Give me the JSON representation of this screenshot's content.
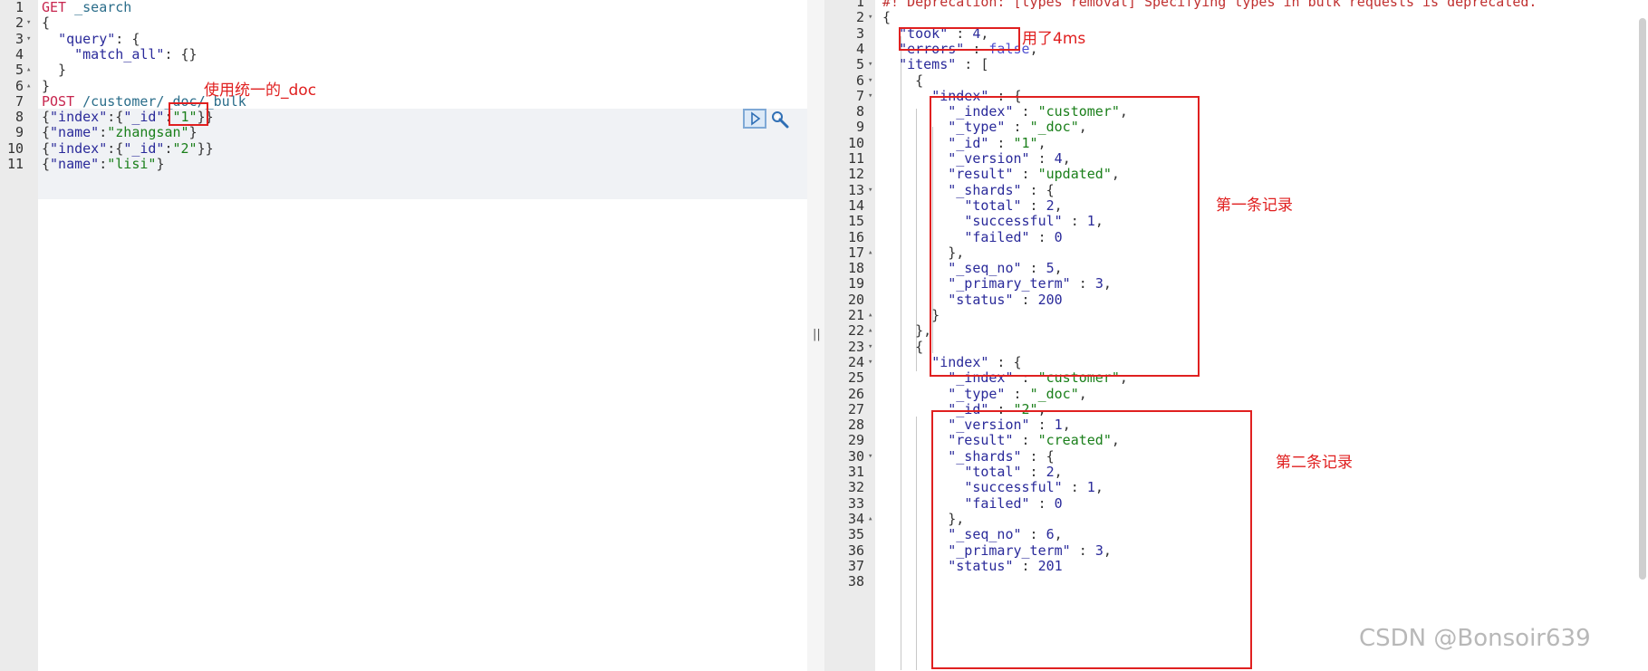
{
  "left": {
    "lines": [
      {
        "n": "1",
        "fold": "",
        "tokens": [
          {
            "c": "t-method",
            "t": "GET "
          },
          {
            "c": "t-url",
            "t": "_search"
          }
        ]
      },
      {
        "n": "2",
        "fold": "▾",
        "tokens": [
          {
            "c": "t-punc",
            "t": "{"
          }
        ]
      },
      {
        "n": "3",
        "fold": "▾",
        "tokens": [
          {
            "c": "t-punc",
            "t": "  "
          },
          {
            "c": "t-key",
            "t": "\"query\""
          },
          {
            "c": "t-punc",
            "t": ": {"
          }
        ]
      },
      {
        "n": "4",
        "fold": "",
        "tokens": [
          {
            "c": "t-punc",
            "t": "    "
          },
          {
            "c": "t-key",
            "t": "\"match_all\""
          },
          {
            "c": "t-punc",
            "t": ": {}"
          }
        ]
      },
      {
        "n": "5",
        "fold": "▴",
        "tokens": [
          {
            "c": "t-punc",
            "t": "  }"
          }
        ]
      },
      {
        "n": "6",
        "fold": "▴",
        "tokens": [
          {
            "c": "t-punc",
            "t": "}"
          }
        ]
      },
      {
        "n": "7",
        "fold": "",
        "active": true,
        "tokens": [
          {
            "c": "t-method",
            "t": "POST "
          },
          {
            "c": "t-url",
            "t": "/customer/_doc/_bulk"
          }
        ]
      },
      {
        "n": "8",
        "fold": "",
        "active": true,
        "tokens": [
          {
            "c": "t-punc",
            "t": "{"
          },
          {
            "c": "t-key",
            "t": "\"index\""
          },
          {
            "c": "t-punc",
            "t": ":{"
          },
          {
            "c": "t-key",
            "t": "\"_id\""
          },
          {
            "c": "t-punc",
            "t": ":"
          },
          {
            "c": "t-str",
            "t": "\"1\""
          },
          {
            "c": "t-punc",
            "t": "}}"
          }
        ]
      },
      {
        "n": "9",
        "fold": "",
        "active": true,
        "tokens": [
          {
            "c": "t-punc",
            "t": "{"
          },
          {
            "c": "t-key",
            "t": "\"name\""
          },
          {
            "c": "t-punc",
            "t": ":"
          },
          {
            "c": "t-str",
            "t": "\"zhangsan\""
          },
          {
            "c": "t-punc",
            "t": "}"
          }
        ]
      },
      {
        "n": "10",
        "fold": "",
        "active": true,
        "tokens": [
          {
            "c": "t-punc",
            "t": "{"
          },
          {
            "c": "t-key",
            "t": "\"index\""
          },
          {
            "c": "t-punc",
            "t": ":{"
          },
          {
            "c": "t-key",
            "t": "\"_id\""
          },
          {
            "c": "t-punc",
            "t": ":"
          },
          {
            "c": "t-str",
            "t": "\"2\""
          },
          {
            "c": "t-punc",
            "t": "}}"
          }
        ]
      },
      {
        "n": "11",
        "fold": "",
        "active": true,
        "tokens": [
          {
            "c": "t-punc",
            "t": "{"
          },
          {
            "c": "t-key",
            "t": "\"name\""
          },
          {
            "c": "t-punc",
            "t": ":"
          },
          {
            "c": "t-str",
            "t": "\"lisi\""
          },
          {
            "c": "t-punc",
            "t": "}"
          }
        ]
      }
    ]
  },
  "right": {
    "lines": [
      {
        "n": "1",
        "fold": "",
        "tokens": [
          {
            "c": "t-warn",
            "t": "#! Deprecation: [types removal] Specifying types in bulk requests is deprecated."
          }
        ]
      },
      {
        "n": "2",
        "fold": "▾",
        "tokens": [
          {
            "c": "t-punc",
            "t": "{"
          }
        ]
      },
      {
        "n": "3",
        "fold": "",
        "tokens": [
          {
            "c": "t-punc",
            "t": "  "
          },
          {
            "c": "t-key",
            "t": "\"took\""
          },
          {
            "c": "t-punc",
            "t": " : "
          },
          {
            "c": "t-num",
            "t": "4"
          },
          {
            "c": "t-punc",
            "t": ","
          }
        ]
      },
      {
        "n": "4",
        "fold": "",
        "tokens": [
          {
            "c": "t-punc",
            "t": "  "
          },
          {
            "c": "t-key",
            "t": "\"errors\""
          },
          {
            "c": "t-punc",
            "t": " : "
          },
          {
            "c": "t-bool",
            "t": "false"
          },
          {
            "c": "t-punc",
            "t": ","
          }
        ]
      },
      {
        "n": "5",
        "fold": "▾",
        "tokens": [
          {
            "c": "t-punc",
            "t": "  "
          },
          {
            "c": "t-key",
            "t": "\"items\""
          },
          {
            "c": "t-punc",
            "t": " : ["
          }
        ]
      },
      {
        "n": "6",
        "fold": "▾",
        "tokens": [
          {
            "c": "t-punc",
            "t": "    {"
          }
        ]
      },
      {
        "n": "7",
        "fold": "▾",
        "tokens": [
          {
            "c": "t-punc",
            "t": "      "
          },
          {
            "c": "t-key",
            "t": "\"index\""
          },
          {
            "c": "t-punc",
            "t": " : {"
          }
        ]
      },
      {
        "n": "8",
        "fold": "",
        "tokens": [
          {
            "c": "t-punc",
            "t": "        "
          },
          {
            "c": "t-key",
            "t": "\"_index\""
          },
          {
            "c": "t-punc",
            "t": " : "
          },
          {
            "c": "t-str",
            "t": "\"customer\""
          },
          {
            "c": "t-punc",
            "t": ","
          }
        ]
      },
      {
        "n": "9",
        "fold": "",
        "tokens": [
          {
            "c": "t-punc",
            "t": "        "
          },
          {
            "c": "t-key",
            "t": "\"_type\""
          },
          {
            "c": "t-punc",
            "t": " : "
          },
          {
            "c": "t-str",
            "t": "\"_doc\""
          },
          {
            "c": "t-punc",
            "t": ","
          }
        ]
      },
      {
        "n": "10",
        "fold": "",
        "tokens": [
          {
            "c": "t-punc",
            "t": "        "
          },
          {
            "c": "t-key",
            "t": "\"_id\""
          },
          {
            "c": "t-punc",
            "t": " : "
          },
          {
            "c": "t-str",
            "t": "\"1\""
          },
          {
            "c": "t-punc",
            "t": ","
          }
        ]
      },
      {
        "n": "11",
        "fold": "",
        "tokens": [
          {
            "c": "t-punc",
            "t": "        "
          },
          {
            "c": "t-key",
            "t": "\"_version\""
          },
          {
            "c": "t-punc",
            "t": " : "
          },
          {
            "c": "t-num",
            "t": "4"
          },
          {
            "c": "t-punc",
            "t": ","
          }
        ]
      },
      {
        "n": "12",
        "fold": "",
        "tokens": [
          {
            "c": "t-punc",
            "t": "        "
          },
          {
            "c": "t-key",
            "t": "\"result\""
          },
          {
            "c": "t-punc",
            "t": " : "
          },
          {
            "c": "t-str",
            "t": "\"updated\""
          },
          {
            "c": "t-punc",
            "t": ","
          }
        ]
      },
      {
        "n": "13",
        "fold": "▾",
        "tokens": [
          {
            "c": "t-punc",
            "t": "        "
          },
          {
            "c": "t-key",
            "t": "\"_shards\""
          },
          {
            "c": "t-punc",
            "t": " : {"
          }
        ]
      },
      {
        "n": "14",
        "fold": "",
        "tokens": [
          {
            "c": "t-punc",
            "t": "          "
          },
          {
            "c": "t-key",
            "t": "\"total\""
          },
          {
            "c": "t-punc",
            "t": " : "
          },
          {
            "c": "t-num",
            "t": "2"
          },
          {
            "c": "t-punc",
            "t": ","
          }
        ]
      },
      {
        "n": "15",
        "fold": "",
        "tokens": [
          {
            "c": "t-punc",
            "t": "          "
          },
          {
            "c": "t-key",
            "t": "\"successful\""
          },
          {
            "c": "t-punc",
            "t": " : "
          },
          {
            "c": "t-num",
            "t": "1"
          },
          {
            "c": "t-punc",
            "t": ","
          }
        ]
      },
      {
        "n": "16",
        "fold": "",
        "tokens": [
          {
            "c": "t-punc",
            "t": "          "
          },
          {
            "c": "t-key",
            "t": "\"failed\""
          },
          {
            "c": "t-punc",
            "t": " : "
          },
          {
            "c": "t-num",
            "t": "0"
          }
        ]
      },
      {
        "n": "17",
        "fold": "▴",
        "tokens": [
          {
            "c": "t-punc",
            "t": "        },"
          }
        ]
      },
      {
        "n": "18",
        "fold": "",
        "tokens": [
          {
            "c": "t-punc",
            "t": "        "
          },
          {
            "c": "t-key",
            "t": "\"_seq_no\""
          },
          {
            "c": "t-punc",
            "t": " : "
          },
          {
            "c": "t-num",
            "t": "5"
          },
          {
            "c": "t-punc",
            "t": ","
          }
        ]
      },
      {
        "n": "19",
        "fold": "",
        "tokens": [
          {
            "c": "t-punc",
            "t": "        "
          },
          {
            "c": "t-key",
            "t": "\"_primary_term\""
          },
          {
            "c": "t-punc",
            "t": " : "
          },
          {
            "c": "t-num",
            "t": "3"
          },
          {
            "c": "t-punc",
            "t": ","
          }
        ]
      },
      {
        "n": "20",
        "fold": "",
        "tokens": [
          {
            "c": "t-punc",
            "t": "        "
          },
          {
            "c": "t-key",
            "t": "\"status\""
          },
          {
            "c": "t-punc",
            "t": " : "
          },
          {
            "c": "t-num",
            "t": "200"
          }
        ]
      },
      {
        "n": "21",
        "fold": "▴",
        "tokens": [
          {
            "c": "t-punc",
            "t": "      }"
          }
        ]
      },
      {
        "n": "22",
        "fold": "▴",
        "tokens": [
          {
            "c": "t-punc",
            "t": "    },"
          }
        ]
      },
      {
        "n": "23",
        "fold": "▾",
        "tokens": [
          {
            "c": "t-punc",
            "t": "    {"
          }
        ]
      },
      {
        "n": "24",
        "fold": "▾",
        "tokens": [
          {
            "c": "t-punc",
            "t": "      "
          },
          {
            "c": "t-key",
            "t": "\"index\""
          },
          {
            "c": "t-punc",
            "t": " : {"
          }
        ]
      },
      {
        "n": "25",
        "fold": "",
        "tokens": [
          {
            "c": "t-punc",
            "t": "        "
          },
          {
            "c": "t-key",
            "t": "\"_index\""
          },
          {
            "c": "t-punc",
            "t": " : "
          },
          {
            "c": "t-str",
            "t": "\"customer\""
          },
          {
            "c": "t-punc",
            "t": ","
          }
        ]
      },
      {
        "n": "26",
        "fold": "",
        "tokens": [
          {
            "c": "t-punc",
            "t": "        "
          },
          {
            "c": "t-key",
            "t": "\"_type\""
          },
          {
            "c": "t-punc",
            "t": " : "
          },
          {
            "c": "t-str",
            "t": "\"_doc\""
          },
          {
            "c": "t-punc",
            "t": ","
          }
        ]
      },
      {
        "n": "27",
        "fold": "",
        "tokens": [
          {
            "c": "t-punc",
            "t": "        "
          },
          {
            "c": "t-key",
            "t": "\"_id\""
          },
          {
            "c": "t-punc",
            "t": " : "
          },
          {
            "c": "t-str",
            "t": "\"2\""
          },
          {
            "c": "t-punc",
            "t": ","
          }
        ]
      },
      {
        "n": "28",
        "fold": "",
        "tokens": [
          {
            "c": "t-punc",
            "t": "        "
          },
          {
            "c": "t-key",
            "t": "\"_version\""
          },
          {
            "c": "t-punc",
            "t": " : "
          },
          {
            "c": "t-num",
            "t": "1"
          },
          {
            "c": "t-punc",
            "t": ","
          }
        ]
      },
      {
        "n": "29",
        "fold": "",
        "tokens": [
          {
            "c": "t-punc",
            "t": "        "
          },
          {
            "c": "t-key",
            "t": "\"result\""
          },
          {
            "c": "t-punc",
            "t": " : "
          },
          {
            "c": "t-str",
            "t": "\"created\""
          },
          {
            "c": "t-punc",
            "t": ","
          }
        ]
      },
      {
        "n": "30",
        "fold": "▾",
        "tokens": [
          {
            "c": "t-punc",
            "t": "        "
          },
          {
            "c": "t-key",
            "t": "\"_shards\""
          },
          {
            "c": "t-punc",
            "t": " : {"
          }
        ]
      },
      {
        "n": "31",
        "fold": "",
        "tokens": [
          {
            "c": "t-punc",
            "t": "          "
          },
          {
            "c": "t-key",
            "t": "\"total\""
          },
          {
            "c": "t-punc",
            "t": " : "
          },
          {
            "c": "t-num",
            "t": "2"
          },
          {
            "c": "t-punc",
            "t": ","
          }
        ]
      },
      {
        "n": "32",
        "fold": "",
        "tokens": [
          {
            "c": "t-punc",
            "t": "          "
          },
          {
            "c": "t-key",
            "t": "\"successful\""
          },
          {
            "c": "t-punc",
            "t": " : "
          },
          {
            "c": "t-num",
            "t": "1"
          },
          {
            "c": "t-punc",
            "t": ","
          }
        ]
      },
      {
        "n": "33",
        "fold": "",
        "tokens": [
          {
            "c": "t-punc",
            "t": "          "
          },
          {
            "c": "t-key",
            "t": "\"failed\""
          },
          {
            "c": "t-punc",
            "t": " : "
          },
          {
            "c": "t-num",
            "t": "0"
          }
        ]
      },
      {
        "n": "34",
        "fold": "▴",
        "tokens": [
          {
            "c": "t-punc",
            "t": "        },"
          }
        ]
      },
      {
        "n": "35",
        "fold": "",
        "tokens": [
          {
            "c": "t-punc",
            "t": "        "
          },
          {
            "c": "t-key",
            "t": "\"_seq_no\""
          },
          {
            "c": "t-punc",
            "t": " : "
          },
          {
            "c": "t-num",
            "t": "6"
          },
          {
            "c": "t-punc",
            "t": ","
          }
        ]
      },
      {
        "n": "36",
        "fold": "",
        "tokens": [
          {
            "c": "t-punc",
            "t": "        "
          },
          {
            "c": "t-key",
            "t": "\"_primary_term\""
          },
          {
            "c": "t-punc",
            "t": " : "
          },
          {
            "c": "t-num",
            "t": "3"
          },
          {
            "c": "t-punc",
            "t": ","
          }
        ]
      },
      {
        "n": "37",
        "fold": "",
        "tokens": [
          {
            "c": "t-punc",
            "t": "        "
          },
          {
            "c": "t-key",
            "t": "\"status\""
          },
          {
            "c": "t-punc",
            "t": " : "
          },
          {
            "c": "t-num",
            "t": "201"
          }
        ]
      },
      {
        "n": "38",
        "fold": "",
        "tokens": []
      }
    ]
  },
  "annotations": {
    "use_doc": "使用统一的_doc",
    "took": "用了4ms",
    "first_record": "第一条记录",
    "second_record": "第二条记录"
  },
  "splitter_glyph": "||",
  "watermark": "CSDN @Bonsoir639",
  "icons": {
    "run": "play-icon",
    "settings": "wrench-icon"
  },
  "colors": {
    "annotation": "#e02020",
    "method": "#c7254e",
    "string": "#1a7f1a",
    "key": "#2a2a9a"
  }
}
